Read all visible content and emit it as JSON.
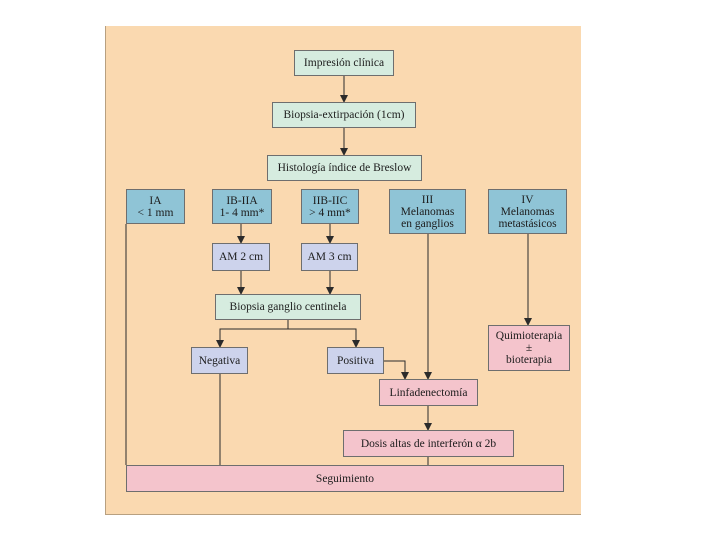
{
  "nodes": {
    "impresion": "Impresión clínica",
    "biopsia": "Biopsia-extirpación (1cm)",
    "histologia": "Histología índice de Breslow",
    "ia": [
      "IA",
      "< 1 mm"
    ],
    "ib_iia": [
      "IB-IIA",
      "1- 4 mm*"
    ],
    "iib_iic": [
      "IIB-IIC",
      "> 4 mm*"
    ],
    "iii": [
      "III",
      "Melanomas",
      "en ganglios"
    ],
    "iv": [
      "IV",
      "Melanomas",
      "metastásicos"
    ],
    "am2": "AM 2 cm",
    "am3": "AM 3 cm",
    "ganglio": "Biopsia ganglio centinela",
    "negativa": "Negativa",
    "positiva": "Positiva",
    "quimio": [
      "Quimioterapia",
      "±",
      "bioterapia"
    ],
    "linfa": "Linfadenectomía",
    "dosis": "Dosis altas de interferón α 2b",
    "seguimiento": "Seguimiento"
  },
  "colors": {
    "background_panel": "#fad9b0",
    "box_green": "#d6ecdf",
    "box_blue": "#8fc4d6",
    "box_lavender": "#cdd3ec",
    "box_pink": "#f4c4cc",
    "line": "#2b2b2b"
  }
}
